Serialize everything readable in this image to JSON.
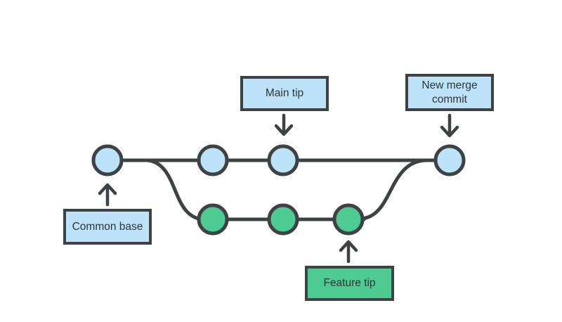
{
  "diagram": {
    "type": "git-branch-merge",
    "description": "Two branches diverge from a common base commit and are joined again by a new merge commit",
    "main_branch": {
      "commit_count": 3,
      "node_color": "#BDE3FA"
    },
    "feature_branch": {
      "commit_count": 3,
      "node_color": "#4DCB92"
    },
    "merge_commit_count": 1
  },
  "colors": {
    "commit_blue": "#BDE3FA",
    "commit_green": "#4DCB92",
    "stroke_dark": "#3F4245",
    "label_blue_bg": "#BDE3FA",
    "label_green_bg": "#4DCB92",
    "text": "#2F3437",
    "background": "#ffffff"
  },
  "labels": {
    "main_tip": "Main tip",
    "new_merge_commit": "New merge commit",
    "common_base": "Common base",
    "feature_tip": "Feature tip"
  }
}
